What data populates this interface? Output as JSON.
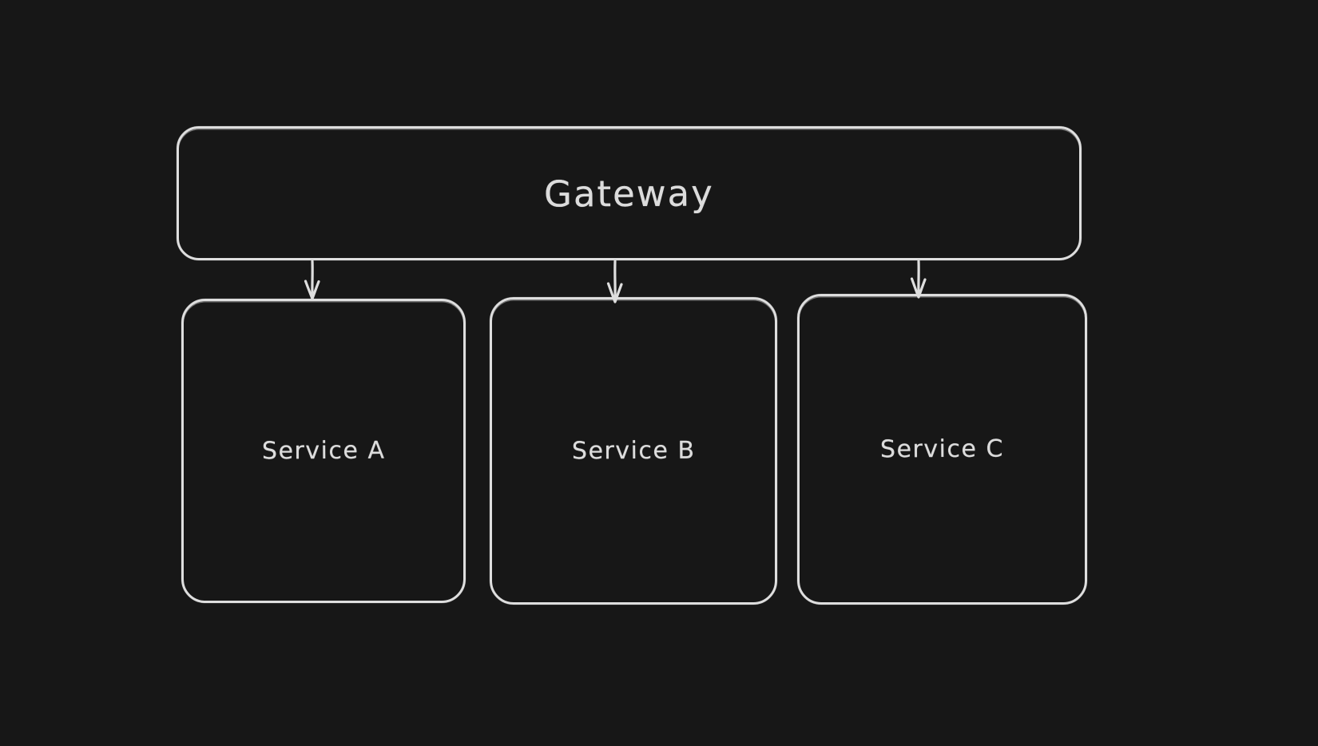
{
  "diagram": {
    "gateway": {
      "label": "Gateway"
    },
    "services": [
      {
        "label": "Service A"
      },
      {
        "label": "Service B"
      },
      {
        "label": "Service C"
      }
    ],
    "connections": [
      {
        "from": "Gateway",
        "to": "Service A"
      },
      {
        "from": "Gateway",
        "to": "Service B"
      },
      {
        "from": "Gateway",
        "to": "Service C"
      }
    ],
    "colors": {
      "background": "#171717",
      "stroke": "#dedede",
      "text": "#dcdcdc"
    }
  }
}
